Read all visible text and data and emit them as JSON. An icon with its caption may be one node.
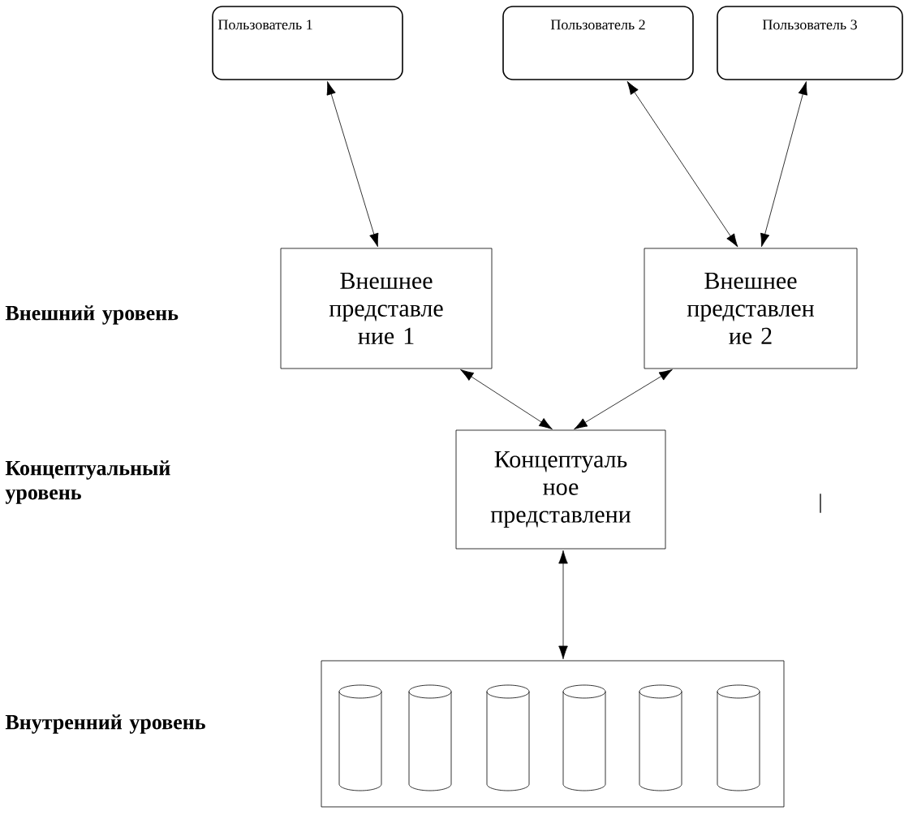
{
  "diagram": {
    "nodes": [
      {
        "text": [
          "Пользователь 1"
        ]
      },
      {
        "text": [
          "Пользователь 2"
        ]
      },
      {
        "text": [
          "Пользователь 3"
        ]
      },
      {
        "text": [
          "Внешнее представле ние 1"
        ]
      },
      {
        "text": [
          "Внешнее представлен ие 2"
        ]
      },
      {
        "text": [
          "Концептуаль ное представлени"
        ]
      },
      {
        "text": [],
        "shape": "box"
      },
      {
        "text": [],
        "shape": "cylinder",
        "in": 6
      },
      {
        "text": [],
        "shape": "cylinder",
        "in": 6
      },
      {
        "text": [],
        "shape": "cylinder",
        "in": 6
      },
      {
        "text": [],
        "shape": "cylinder",
        "in": 6
      },
      {
        "text": [],
        "shape": "cylinder",
        "in": 6
      },
      {
        "text": [],
        "shape": "cylinder",
        "in": 6
      }
    ],
    "edges": [
      {
        "from": 0,
        "to": 3,
        "arrow": "both"
      },
      {
        "from": 1,
        "to": 4,
        "arrow": "both"
      },
      {
        "from": 2,
        "to": 4,
        "arrow": "both"
      },
      {
        "from": 3,
        "to": 5,
        "arrow": "both"
      },
      {
        "from": 4,
        "to": 5,
        "arrow": "both"
      },
      {
        "from": 5,
        "to": 6,
        "arrow": "both"
      }
    ],
    "labels": [
      "Внешний уровень",
      "Концептуальный уровень",
      "|",
      "Внутренний уровень"
    ]
  }
}
